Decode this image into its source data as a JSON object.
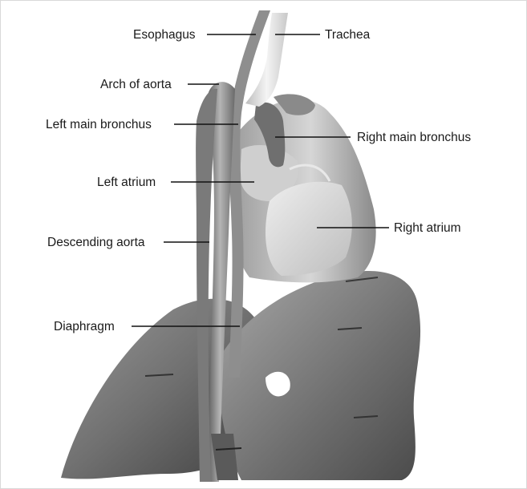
{
  "figure": {
    "labels": {
      "esophagus": "Esophagus",
      "trachea": "Trachea",
      "arch_of_aorta": "Arch of aorta",
      "left_main_bronchus": "Left main bronchus",
      "right_main_bronchus": "Right main bronchus",
      "left_atrium": "Left atrium",
      "right_atrium": "Right atrium",
      "descending_aorta": "Descending aorta",
      "diaphragm": "Diaphragm"
    }
  }
}
